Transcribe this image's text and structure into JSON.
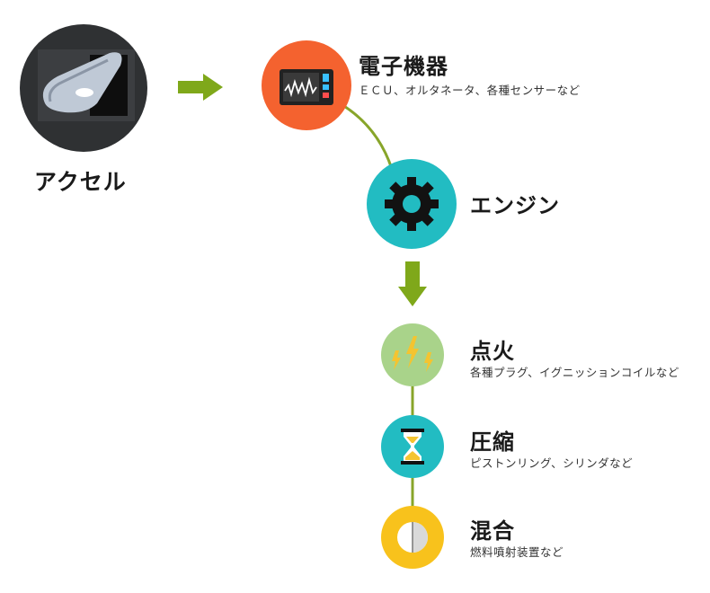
{
  "accel": {
    "label": "アクセル",
    "icon": "accelerator-pedal-icon"
  },
  "electronics": {
    "title": "電子機器",
    "subtitle": "ＥＣＵ、オルタネータ、各種センサーなど",
    "icon": "monitor-waveform-icon",
    "color": "#f4622f"
  },
  "engine": {
    "title": "エンジン",
    "icon": "gear-icon",
    "color": "#22bcc2"
  },
  "stages": [
    {
      "title": "点火",
      "subtitle": "各種プラグ、イグニッションコイルなど",
      "icon": "lightning-icon",
      "color": "#a9d38a"
    },
    {
      "title": "圧縮",
      "subtitle": "ピストンリング、シリンダなど",
      "icon": "hourglass-icon",
      "color": "#22bcc2"
    },
    {
      "title": "混合",
      "subtitle": "燃料噴射装置など",
      "icon": "half-circle-icon",
      "color": "#f8c21c"
    }
  ],
  "arrow_color": "#7fa81a"
}
